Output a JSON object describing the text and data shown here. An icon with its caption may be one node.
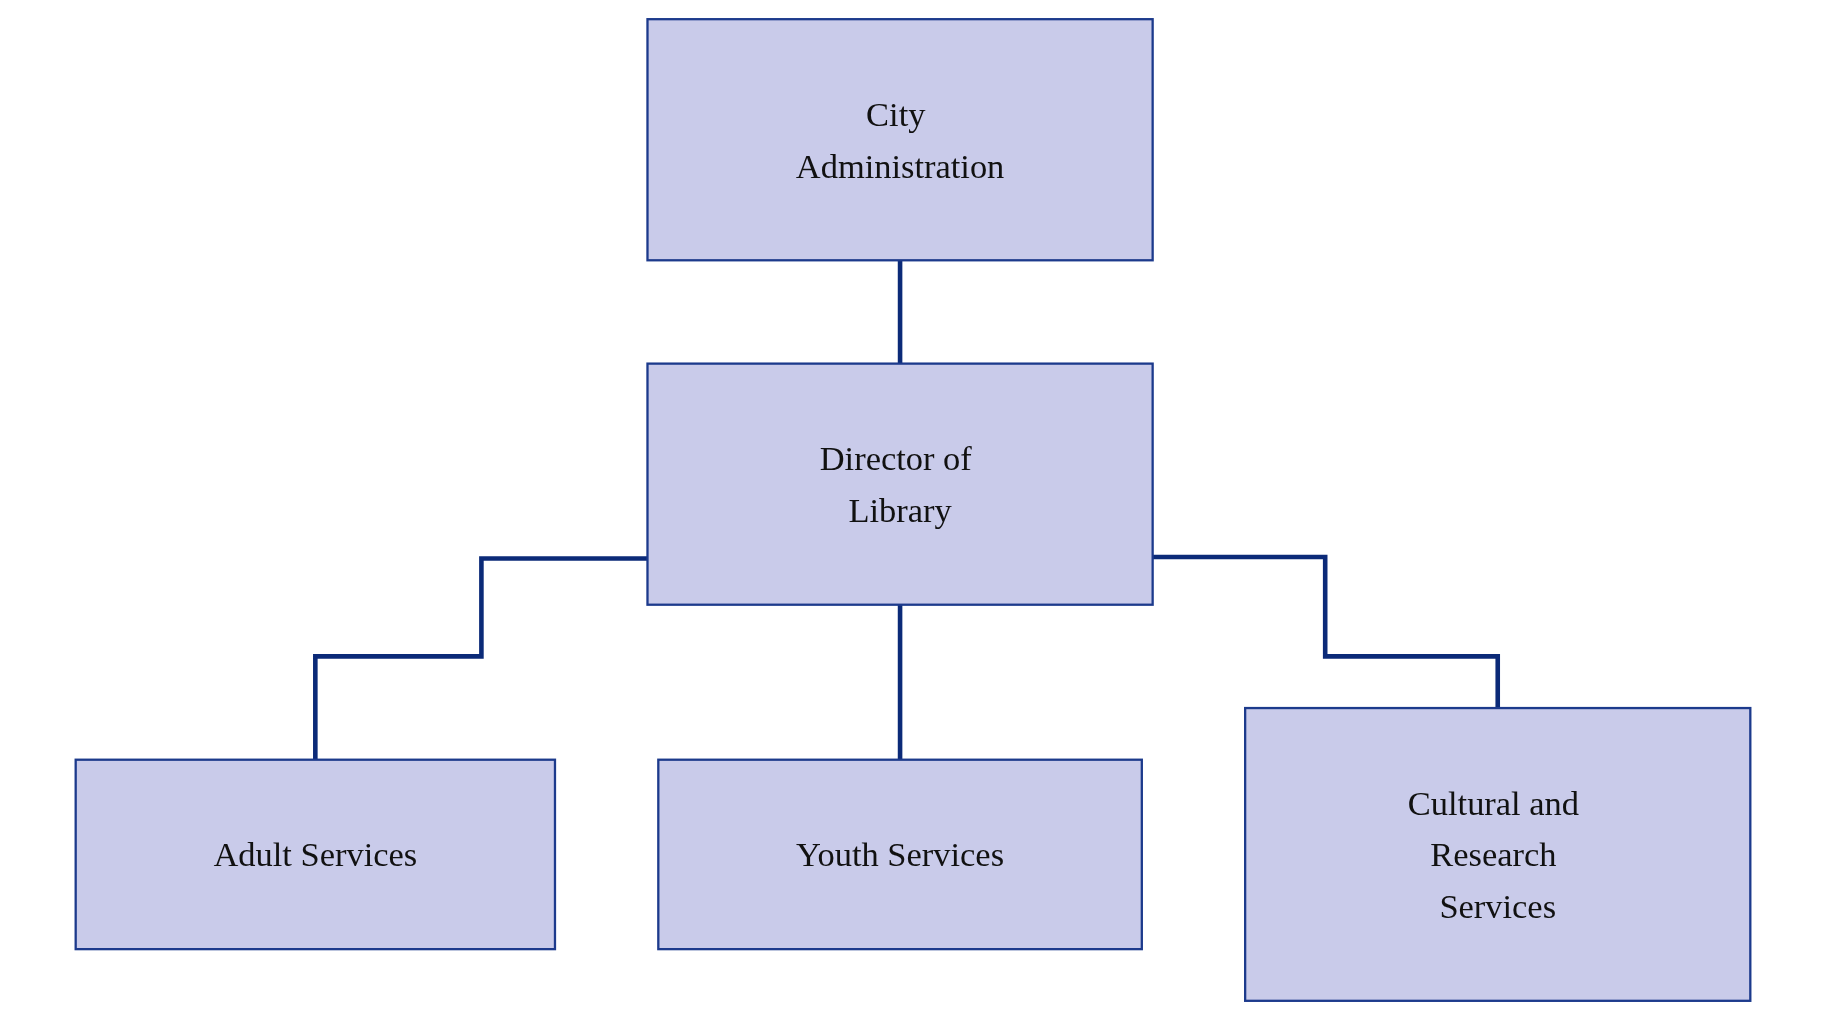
{
  "diagram": {
    "nodes": [
      {
        "text": [
          "City Administration"
        ]
      },
      {
        "text": [
          "Director of Library"
        ]
      },
      {
        "text": [
          "Adult Services"
        ]
      },
      {
        "text": [
          "Youth Services"
        ]
      },
      {
        "text": [
          "Cultural and Research Services"
        ]
      }
    ],
    "edges": [
      {
        "from": 0,
        "to": 1,
        "arrow": "none"
      },
      {
        "from": 1,
        "to": 2,
        "arrow": "none"
      },
      {
        "from": 1,
        "to": 3,
        "arrow": "none"
      },
      {
        "from": 1,
        "to": 4,
        "arrow": "none"
      }
    ]
  }
}
